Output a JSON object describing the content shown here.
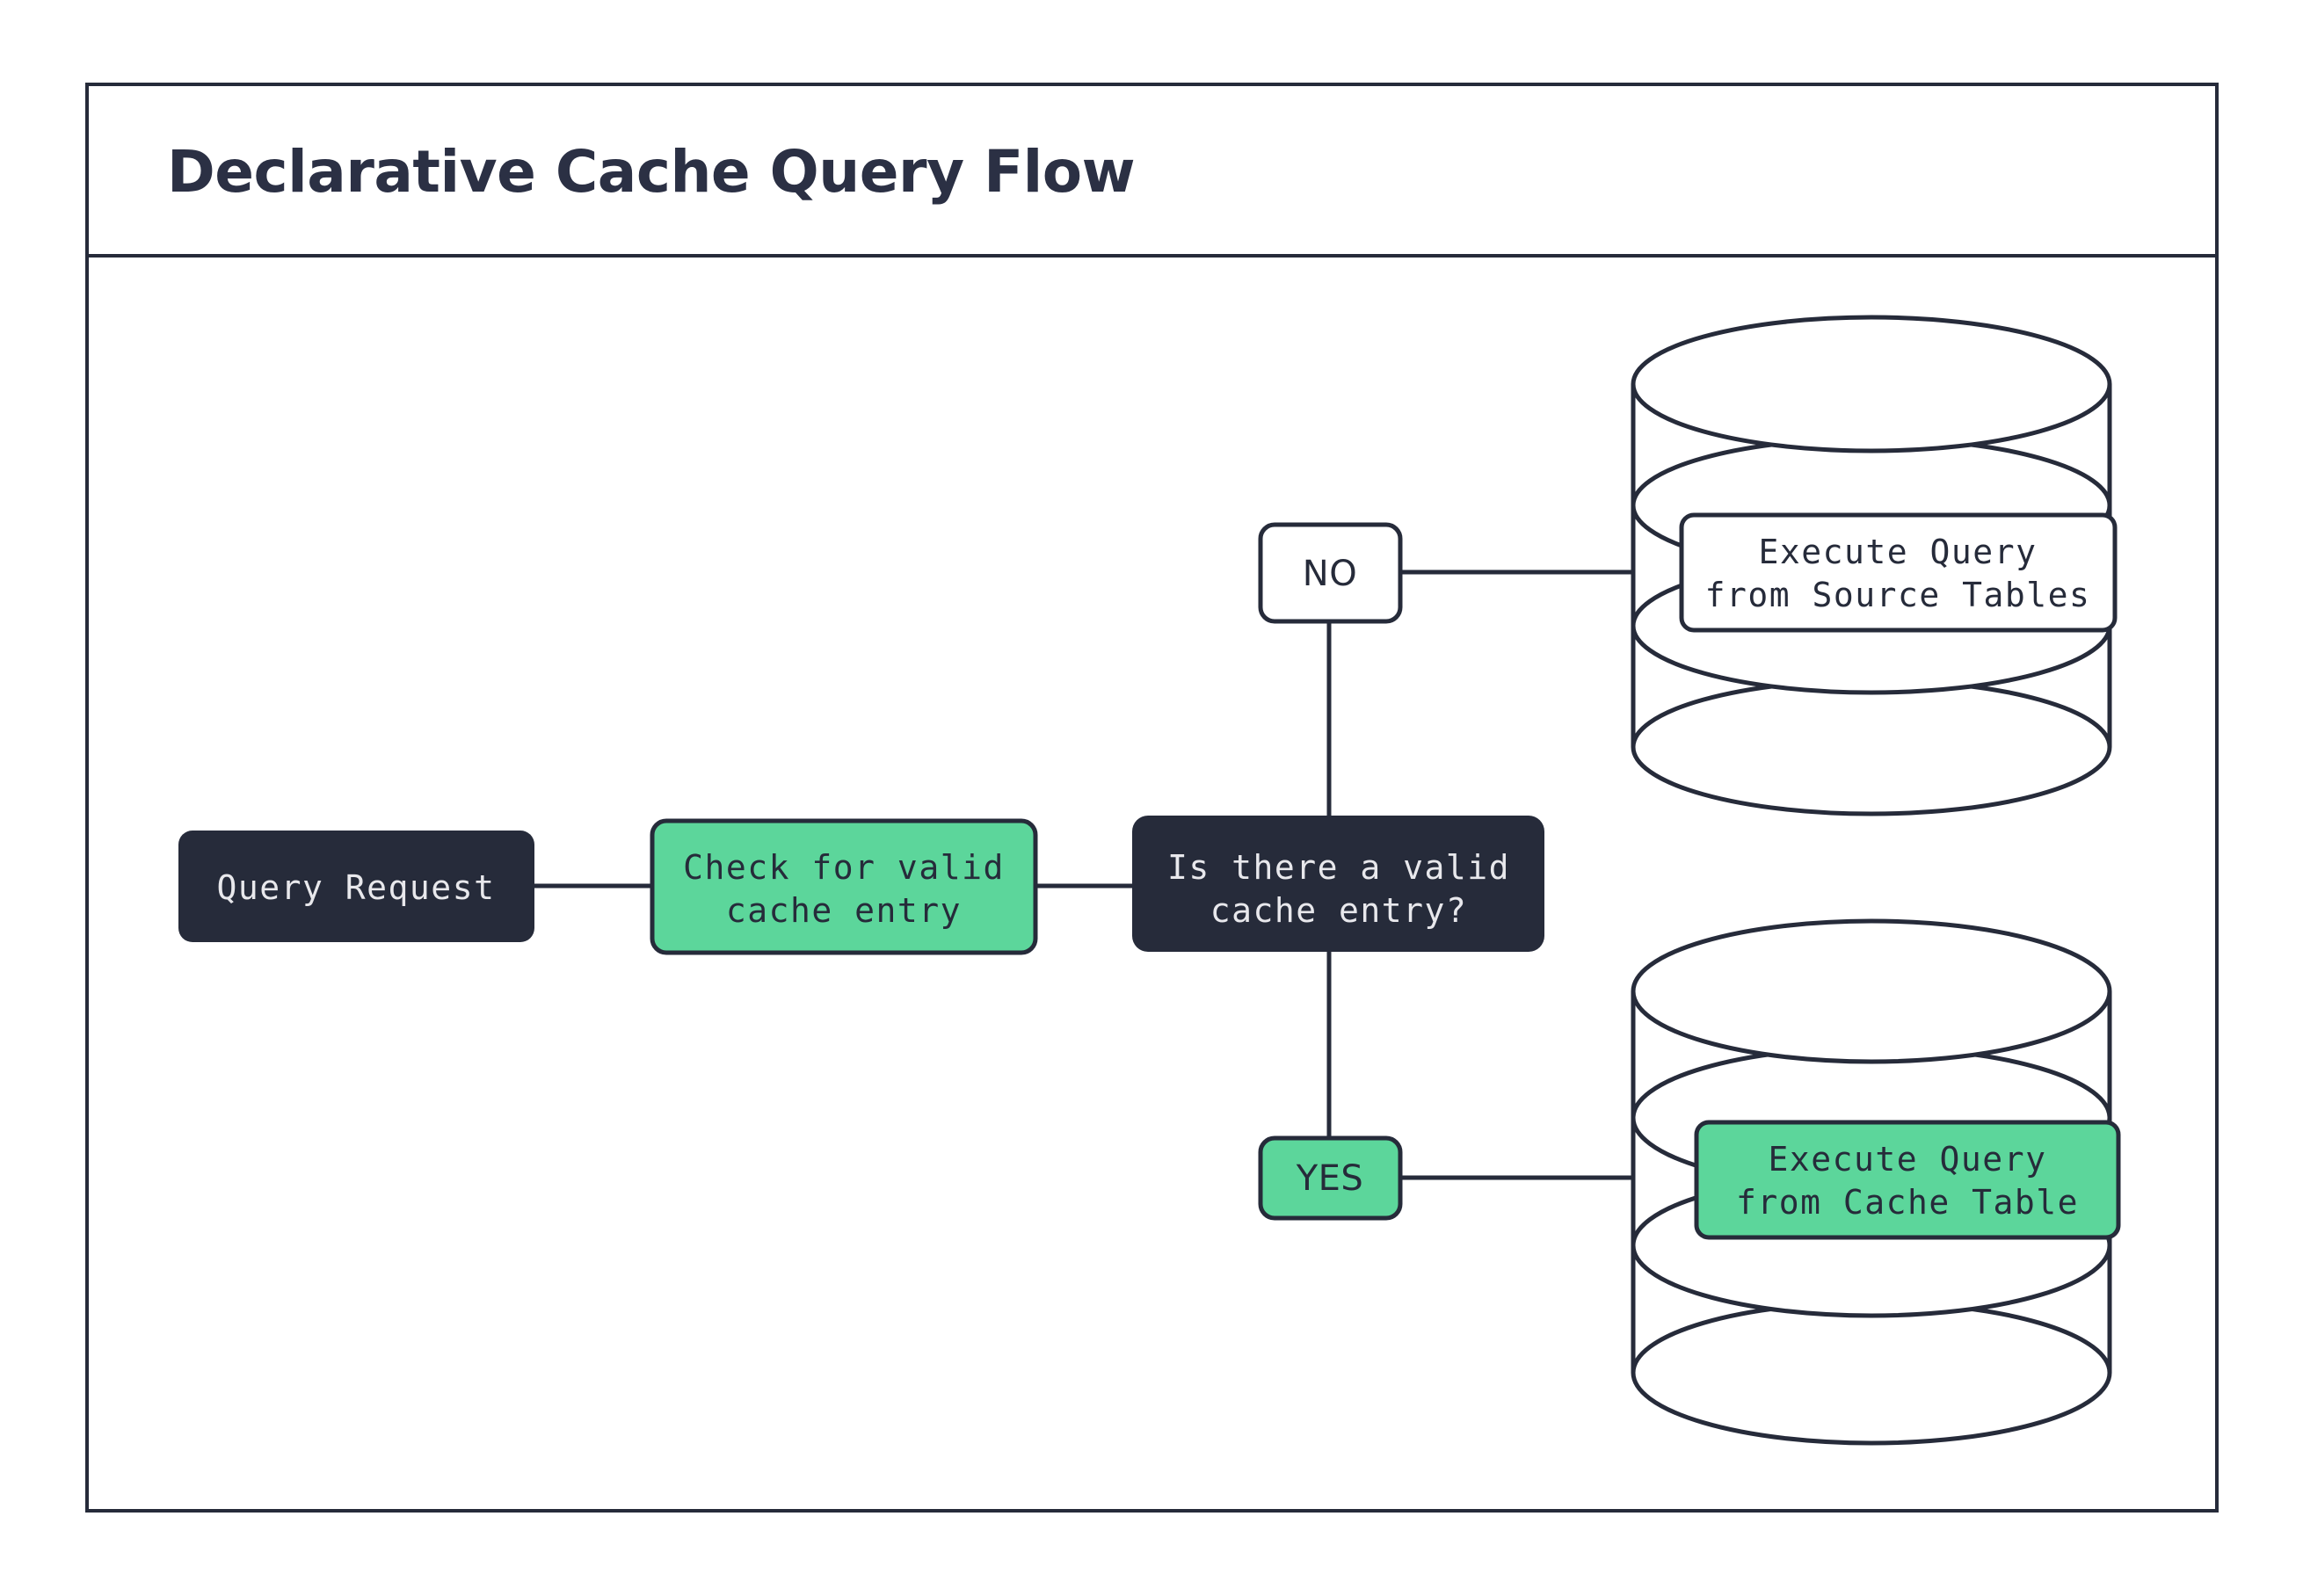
{
  "frame": {
    "title": "Declarative Cache Query Flow",
    "border_color": "#262b3a",
    "background_color": "#ffffff"
  },
  "colors": {
    "dark": "#262b3a",
    "green": "#5cd69b",
    "white": "#ffffff",
    "light_text": "#e8e8ec",
    "title_text": "#2b3044"
  },
  "chart_data": {
    "type": "diagram",
    "title": "Declarative Cache Query Flow",
    "nodes": [
      {
        "id": "query-request",
        "label": "Query Request",
        "shape": "rounded-rect",
        "fill": "#262b3a",
        "text_color": "#e8e8ec"
      },
      {
        "id": "check-cache",
        "label": "Check for valid cache entry",
        "line1": "Check for valid",
        "line2": "cache entry",
        "shape": "rounded-rect",
        "fill": "#5cd69b",
        "text_color": "#262b3a"
      },
      {
        "id": "decision",
        "label": "Is there a valid cache entry?",
        "line1": "Is there a valid",
        "line2": "cache entry?",
        "shape": "rounded-rect",
        "fill": "#262b3a",
        "text_color": "#e8e8ec"
      },
      {
        "id": "branch-no",
        "label": "NO",
        "shape": "rounded-rect",
        "fill": "#ffffff",
        "text_color": "#262b3a"
      },
      {
        "id": "branch-yes",
        "label": "YES",
        "shape": "rounded-rect",
        "fill": "#5cd69b",
        "text_color": "#262b3a"
      },
      {
        "id": "source-db",
        "label": "Execute Query from Source Tables",
        "line1": "Execute Query",
        "line2": "from Source Tables",
        "shape": "database-cylinder",
        "fill": "#ffffff",
        "text_color": "#262b3a"
      },
      {
        "id": "cache-db",
        "label": "Execute Query from Cache Table",
        "line1": "Execute Query",
        "line2": "from Cache Table",
        "shape": "database-cylinder",
        "fill": "#5cd69b",
        "text_color": "#262b3a"
      }
    ],
    "edges": [
      {
        "from": "query-request",
        "to": "check-cache",
        "label": ""
      },
      {
        "from": "check-cache",
        "to": "decision",
        "label": ""
      },
      {
        "from": "decision",
        "to": "branch-no",
        "label": "NO"
      },
      {
        "from": "branch-no",
        "to": "source-db",
        "label": ""
      },
      {
        "from": "decision",
        "to": "branch-yes",
        "label": "YES"
      },
      {
        "from": "branch-yes",
        "to": "cache-db",
        "label": ""
      }
    ]
  },
  "nodes": {
    "query_request": {
      "label": "Query Request"
    },
    "check_cache": {
      "line1": "Check for valid",
      "line2": "cache entry"
    },
    "decision": {
      "line1": "Is there a valid",
      "line2": "cache entry?"
    },
    "branch_no": {
      "label": "NO"
    },
    "branch_yes": {
      "label": "YES"
    },
    "source_db": {
      "line1": "Execute Query",
      "line2": "from Source Tables"
    },
    "cache_db": {
      "line1": "Execute Query",
      "line2": "from Cache Table"
    }
  }
}
